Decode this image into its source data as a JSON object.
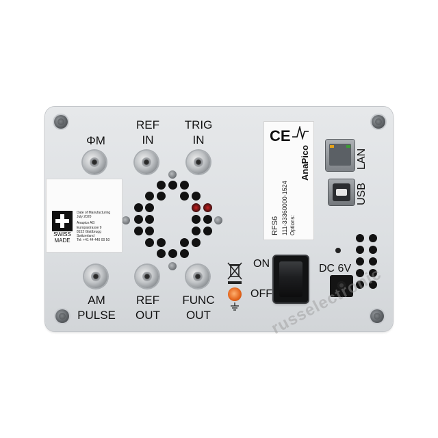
{
  "panel": {
    "top_labels": [
      "ΦM",
      "REF\nIN",
      "TRIG\nIN"
    ],
    "bottom_labels": [
      "AM\nPULSE",
      "REF\nOUT",
      "FUNC\nOUT"
    ],
    "side_labels": {
      "lan": "LAN",
      "usb": "USB",
      "on": "ON",
      "off": "OFF",
      "dc": "DC 6V"
    }
  },
  "sticker": {
    "swiss_line1": "SWISS",
    "swiss_line2": "MADE",
    "mfg_lines": [
      "Date of Manufacturing",
      "July 2020",
      "",
      "Anapico AG",
      "Europastrasse 9",
      "8152 Glattbrugg",
      "Switzerland",
      "Tel: +41 44 440 00 50"
    ]
  },
  "ce_label": {
    "ce_mark": "CE",
    "brand": "AnaPico",
    "model": "RFS6",
    "serial": "111-33360000-1524",
    "options": "Options:"
  },
  "watermark": "russelectronic",
  "colors": {
    "panel": "#dee1e4",
    "ground_post": "#e2631a",
    "rocker": "#121314"
  }
}
